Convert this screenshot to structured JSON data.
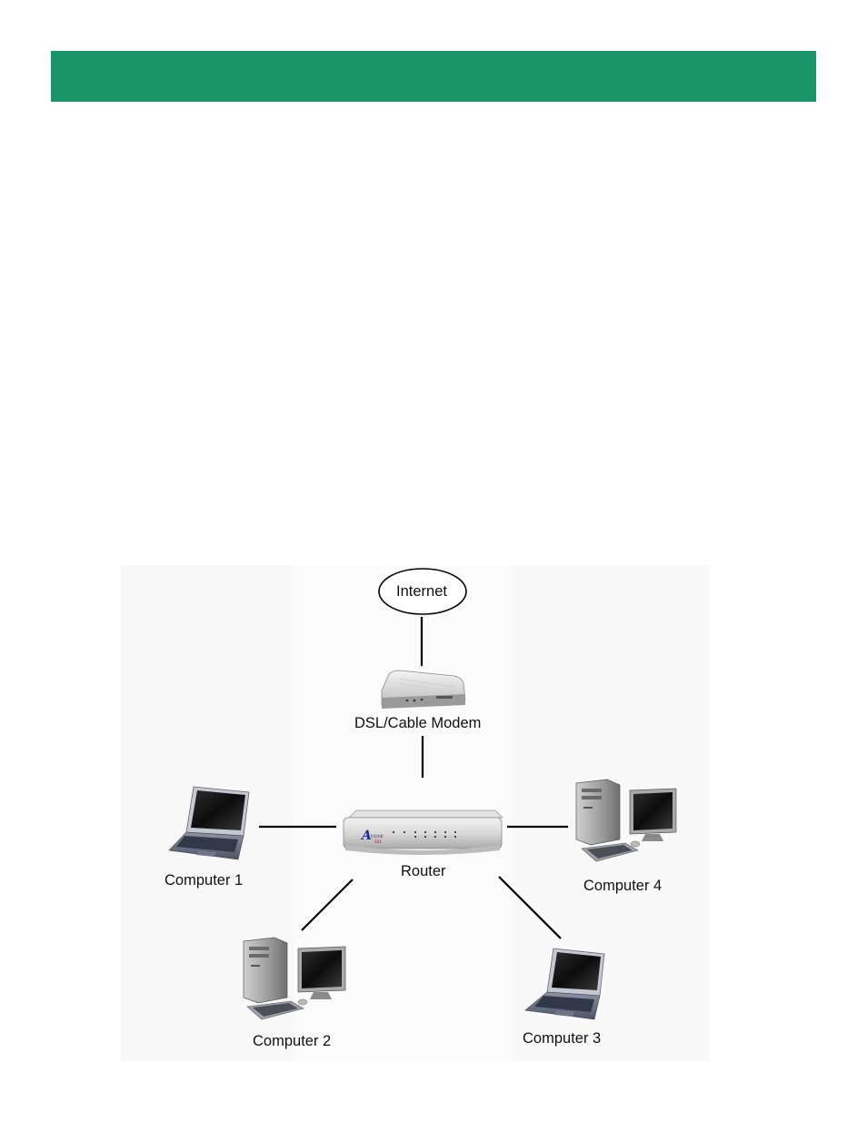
{
  "header": {
    "color": "#1a9468"
  },
  "diagram": {
    "internet_label": "Internet",
    "modem_label": "DSL/Cable Modem",
    "router_label": "Router",
    "computer1_label": "Computer 1",
    "computer2_label": "Computer 2",
    "computer3_label": "Computer 3",
    "computer4_label": "Computer 4",
    "icons": [
      "cloud-ellipse",
      "modem-icon",
      "router-icon",
      "laptop-icon",
      "desktop-icon"
    ]
  }
}
